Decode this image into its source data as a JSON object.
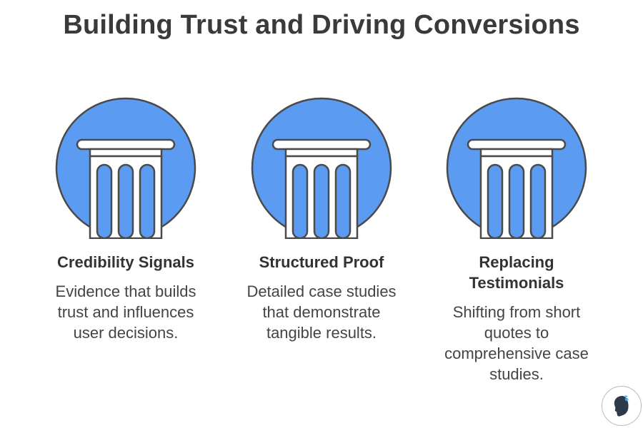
{
  "title": "Building Trust and Driving Conversions",
  "colors": {
    "pillar_fill": "#5b9cf2",
    "pillar_outline": "#4a4a4a",
    "column_fill": "#ffffff"
  },
  "pillars": [
    {
      "icon": "pillar-icon",
      "heading": "Credibility Signals",
      "description": "Evidence that builds trust and influences user decisions."
    },
    {
      "icon": "pillar-icon",
      "heading": "Structured Proof",
      "description": "Detailed case studies that demonstrate tangible results."
    },
    {
      "icon": "pillar-icon",
      "heading": "Replacing Testimonials",
      "description": "Shifting from short quotes to comprehensive case studies."
    }
  ],
  "badge": {
    "icon": "profile-avatar-icon"
  }
}
